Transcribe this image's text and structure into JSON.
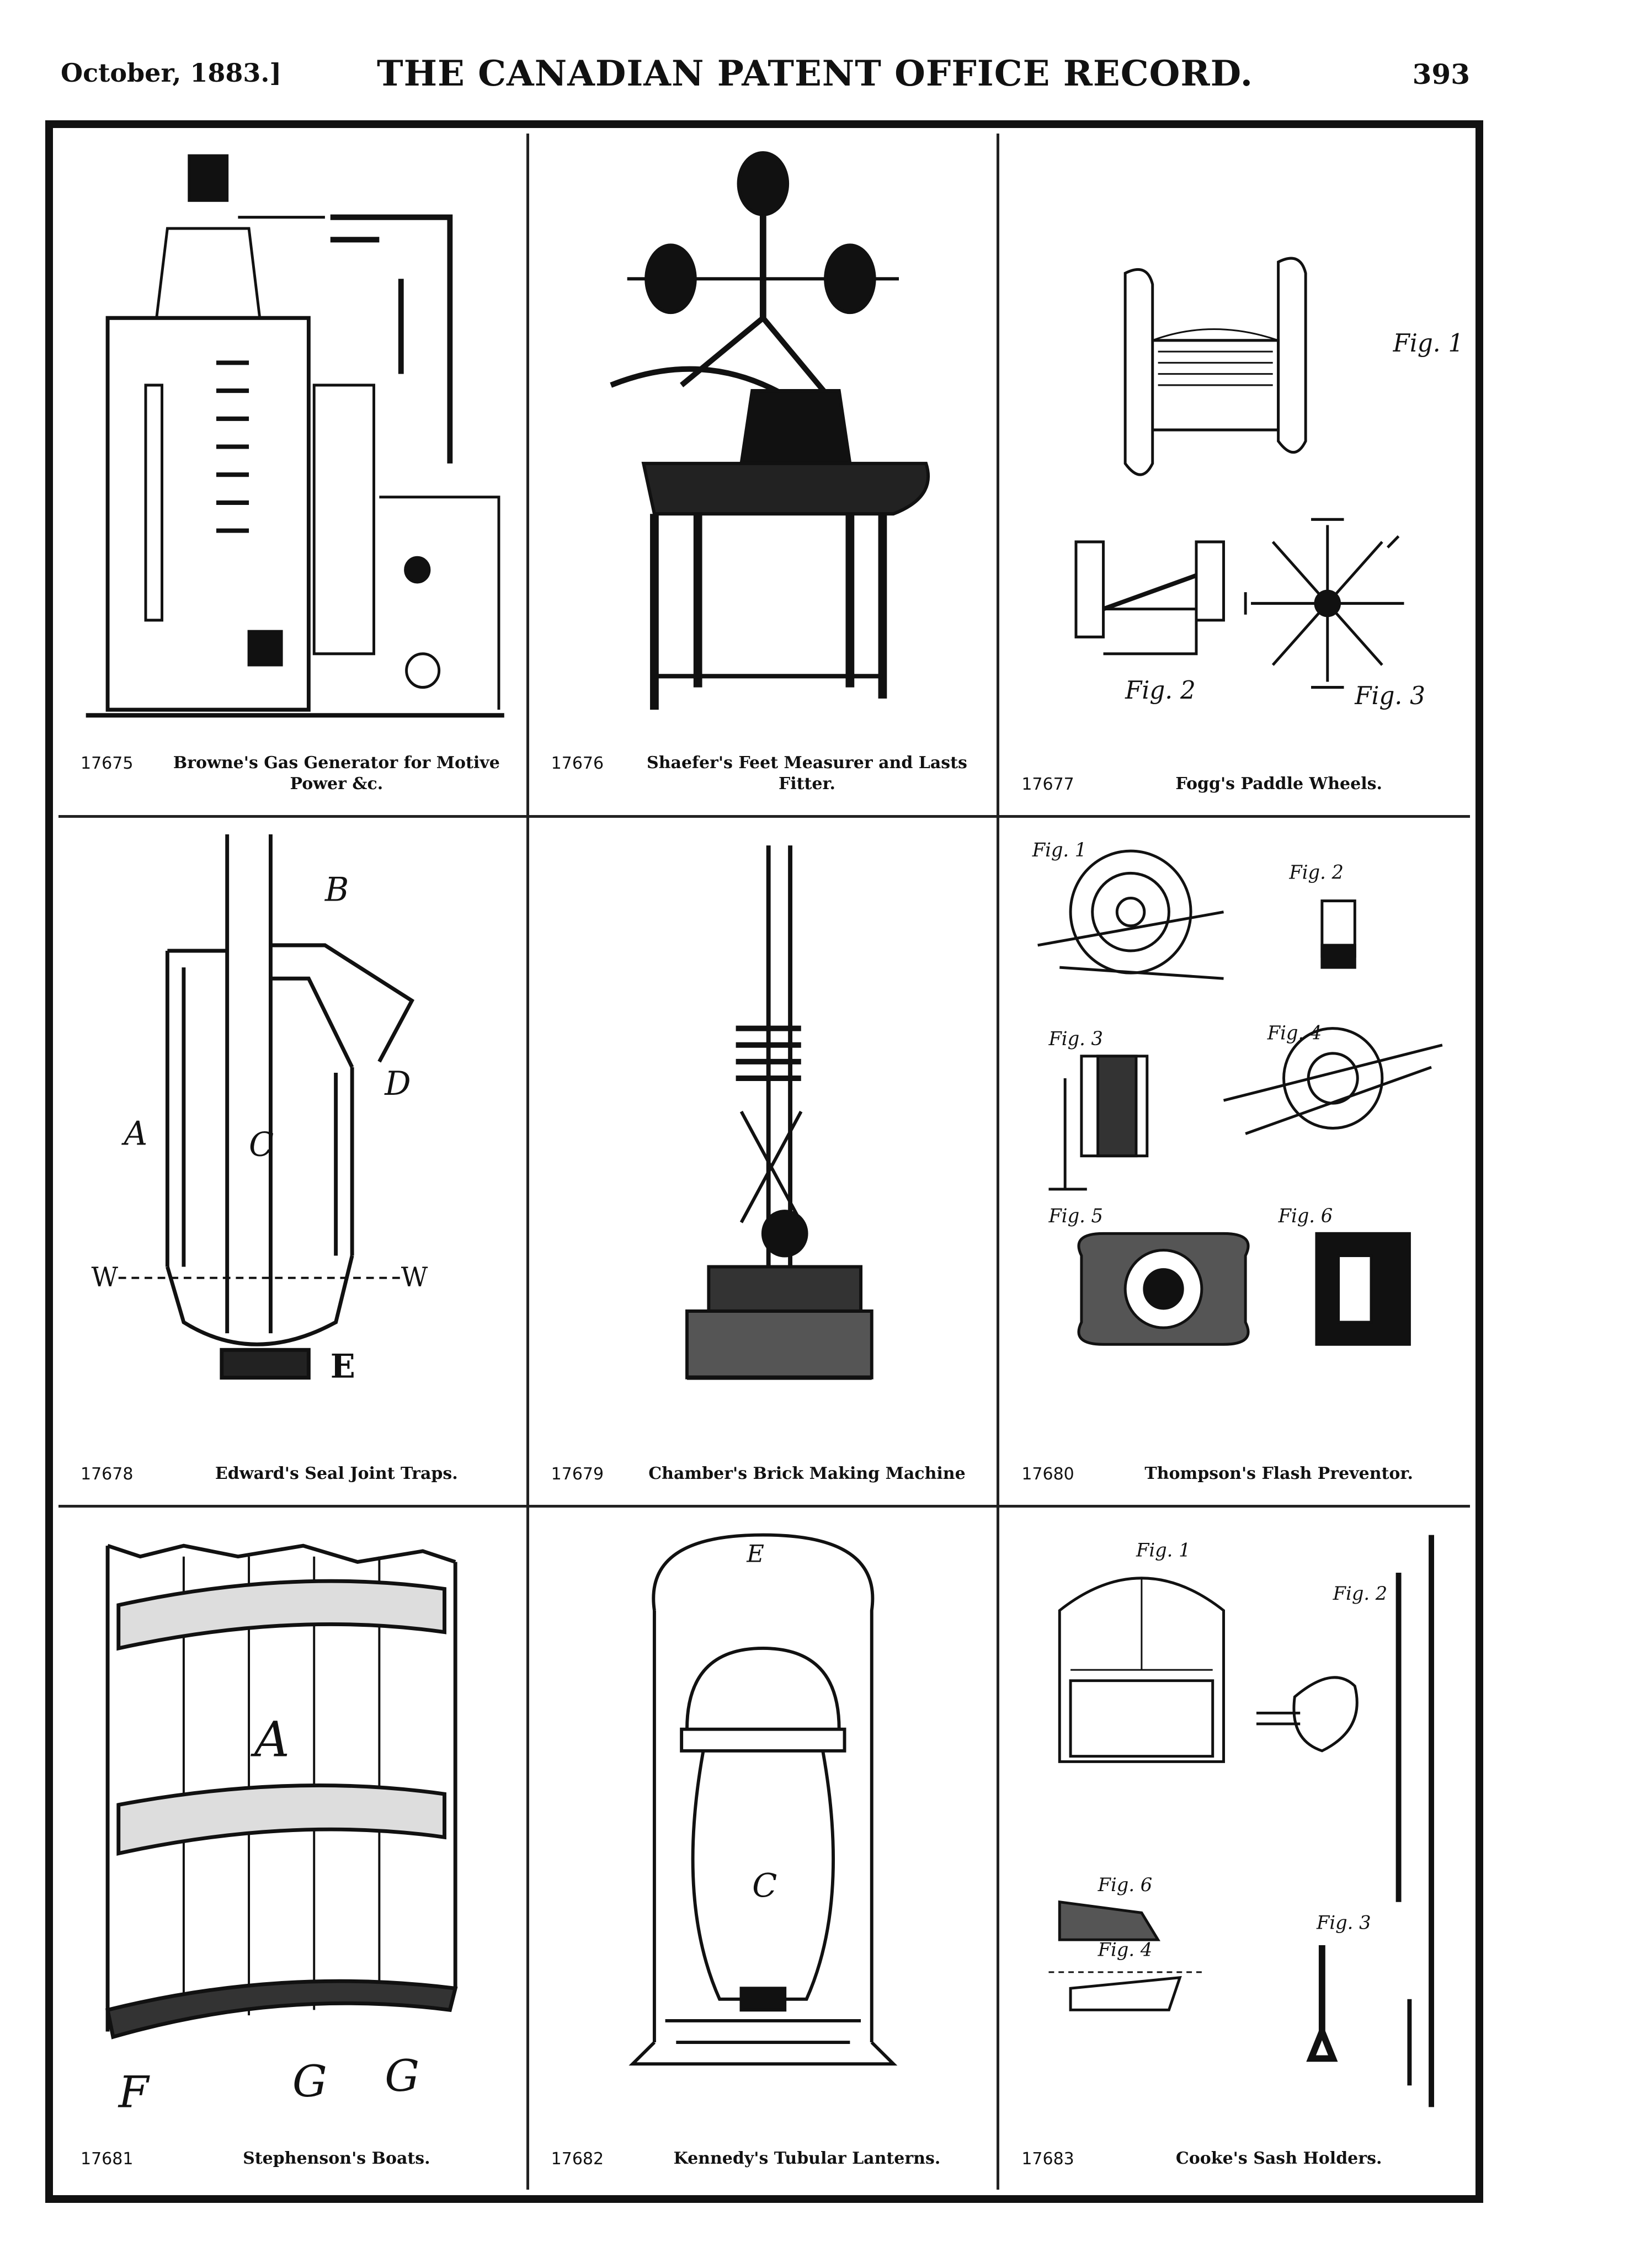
{
  "header": {
    "date": "October, 1883.]",
    "title": "THE CANADIAN PATENT OFFICE RECORD.",
    "page_number": "393"
  },
  "patents": [
    {
      "number": "17675",
      "title": "Browne's Gas Generator for Motive Power &c."
    },
    {
      "number": "17676",
      "title": "Shaefer's Feet Measurer and Lasts Fitter."
    },
    {
      "number": "17677",
      "title": "Fogg's Paddle Wheels."
    },
    {
      "number": "17678",
      "title": "Edward's Seal Joint Traps."
    },
    {
      "number": "17679",
      "title": "Chamber's Brick Making Machine"
    },
    {
      "number": "17680",
      "title": "Thompson's Flash Preventor."
    },
    {
      "number": "17681",
      "title": "Stephenson's Boats."
    },
    {
      "number": "17682",
      "title": "Kennedy's Tubular Lanterns."
    },
    {
      "number": "17683",
      "title": "Cooke's Sash Holders."
    }
  ],
  "figure_labels": {
    "fogg": [
      "Fig. 1",
      "Fig. 2",
      "Fig. 3"
    ],
    "edwards": [
      "B",
      "D",
      "A",
      "C",
      "W",
      "W",
      "E"
    ],
    "thompson": [
      "Fig. 1",
      "Fig. 2",
      "Fig. 3",
      "Fig. 4",
      "Fig. 5",
      "Fig. 6"
    ],
    "stephenson": [
      "A",
      "F",
      "G",
      "G"
    ],
    "kennedy": [
      "E",
      "C"
    ],
    "cooke": [
      "Fig. 1",
      "Fig. 2",
      "Fig. 3",
      "Fig. 4",
      "Fig. 6"
    ]
  }
}
